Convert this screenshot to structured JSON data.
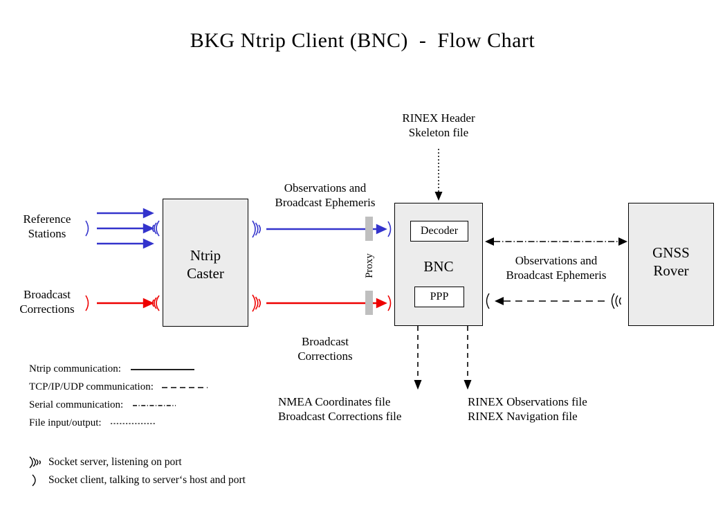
{
  "title": "BKG Ntrip Client (BNC)  -  Flow Chart",
  "nodes": {
    "caster": {
      "line1": "Ntrip",
      "line2": "Caster"
    },
    "bnc": {
      "label": "BNC",
      "decoder": "Decoder",
      "ppp": "PPP"
    },
    "rover": {
      "line1": "GNSS",
      "line2": "Rover"
    }
  },
  "labels": {
    "reference_stations": "Reference\nStations",
    "broadcast_corrections_left": "Broadcast\nCorrections",
    "observations_ephemeris_top": "Observations and\nBroadcast Ephemeris",
    "broadcast_corrections_mid": "Broadcast\nCorrections",
    "rinex_header_skeleton": "RINEX Header\nSkeleton file",
    "observations_ephemeris_right": "Observations and\nBroadcast Ephemeris",
    "nmea_output": "NMEA Coordinates file\nBroadcast Corrections file",
    "rinex_output": "RINEX Observations file\nRINEX Navigation file",
    "proxy": "Proxy"
  },
  "legend": {
    "lines": [
      {
        "label": "Ntrip communication:",
        "style": "solid"
      },
      {
        "label": "TCP/IP/UDP communication:",
        "style": "dashed"
      },
      {
        "label": "Serial communication:",
        "style": "dash-dot"
      },
      {
        "label": "File input/output:",
        "style": "dotted"
      }
    ],
    "sockets": [
      {
        "icon": "socket-server-icon",
        "label": "Socket server, listening on port"
      },
      {
        "icon": "socket-client-icon",
        "label": "Socket client, talking to server‘s host and port"
      }
    ]
  },
  "colors": {
    "ntrip_blue": "#3333CC",
    "broadcast_red": "#EE0000",
    "box_fill": "#ECECEC",
    "proxy_gray": "#BFBFBF",
    "stroke_black": "#000000",
    "page_background": "#FFFFFF"
  }
}
